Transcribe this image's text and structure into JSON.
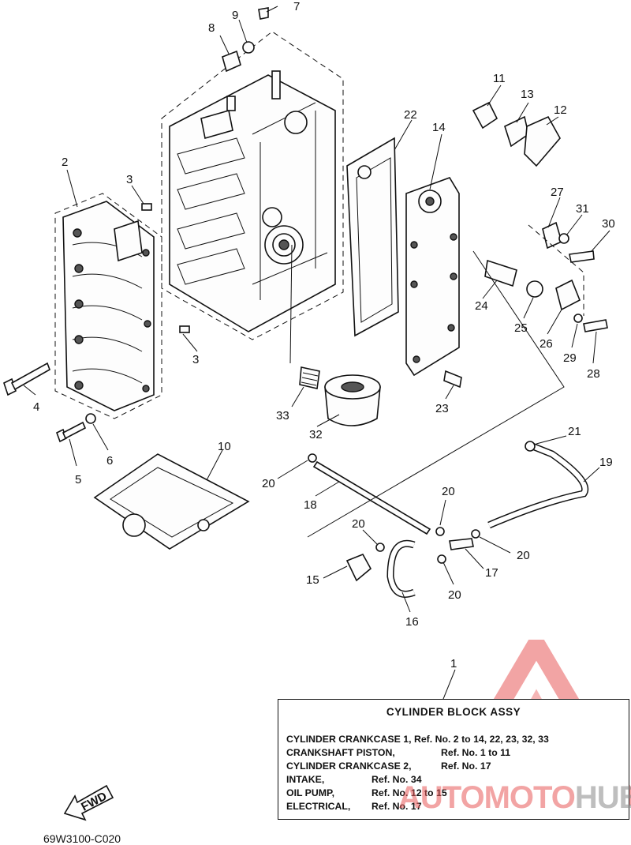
{
  "callouts": [
    "1",
    "2",
    "3",
    "3",
    "4",
    "5",
    "6",
    "7",
    "8",
    "9",
    "10",
    "11",
    "12",
    "13",
    "14",
    "15",
    "16",
    "17",
    "18",
    "19",
    "20",
    "20",
    "20",
    "20",
    "20",
    "21",
    "22",
    "23",
    "24",
    "25",
    "26",
    "27",
    "28",
    "29",
    "30",
    "31",
    "32",
    "33"
  ],
  "assembly_table": {
    "title": "CYLINDER  BLOCK ASSY",
    "rows": [
      {
        "name": "CYLINDER CRANKCASE 1,",
        "ref": "Ref. No. 2 to 14, 22, 23, 32, 33"
      },
      {
        "name": "CRANKSHAFT PISTON,",
        "ref": "Ref. No. 1 to 11"
      },
      {
        "name": "CYLINDER CRANKCASE 2,",
        "ref": "Ref. No. 17"
      },
      {
        "name": "INTAKE,",
        "ref": "Ref. No. 34"
      },
      {
        "name": "OIL PUMP,",
        "ref": "Ref. No. 12 to 15"
      },
      {
        "name": "ELECTRICAL,",
        "ref": "Ref. No. 17"
      }
    ]
  },
  "fwd_label": "FWD",
  "diagram_code": "69W3100-C020",
  "watermark": {
    "part1": "AUTOMOTO",
    "part2": "HUB",
    "color_red": "#e85a5a",
    "color_gray": "#8a8a8a"
  }
}
